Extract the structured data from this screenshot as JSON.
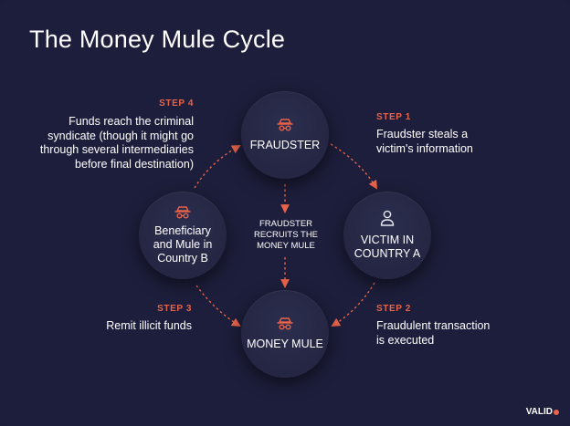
{
  "title": "The Money Mule Cycle",
  "nodes": {
    "fraudster": {
      "label": "FRAUDSTER",
      "icon": "spy-icon"
    },
    "victim": {
      "label": "VICTIM IN\nCOUNTRY A",
      "icon": "person-icon"
    },
    "mule": {
      "label": "MONEY MULE",
      "icon": "spy-icon"
    },
    "beneficiary": {
      "label": "Beneficiary\nand Mule in\nCountry B",
      "icon": "spy-icon"
    }
  },
  "center_text": "FRAUDSTER\nRECRUITS THE\nMONEY MULE",
  "steps": {
    "step1": {
      "label": "STEP 1",
      "text": "Fraudster steals a\nvictim's information"
    },
    "step2": {
      "label": "STEP 2",
      "text": "Fraudulent transaction\nis executed"
    },
    "step3": {
      "label": "STEP 3",
      "text": "Remit illicit funds"
    },
    "step4": {
      "label": "STEP 4",
      "text": "Funds reach the criminal\nsyndicate (though it might go\nthrough several intermediaries\nbefore final destination)"
    }
  },
  "brand": "VALID",
  "colors": {
    "background": "#1d1e3b",
    "accent": "#e8634a",
    "text": "#ffffff"
  }
}
